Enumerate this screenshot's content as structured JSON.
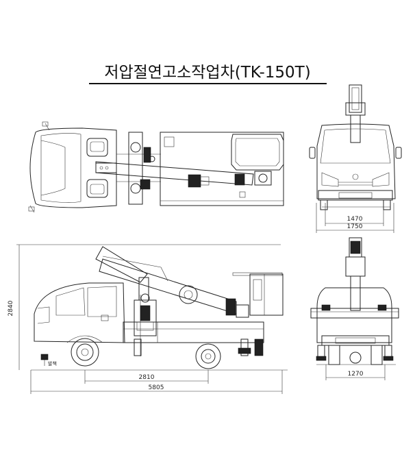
{
  "title": "저압절연고소작업차(TK-150T)",
  "dimensions": {
    "front_width_inner": "1470",
    "front_width_outer": "1750",
    "height": "2840",
    "wheelbase": "2810",
    "overall_length": "5805",
    "rear_width": "1270"
  },
  "labels": {
    "outrigger": "발책"
  },
  "colors": {
    "line": "#222222",
    "background": "#ffffff"
  }
}
